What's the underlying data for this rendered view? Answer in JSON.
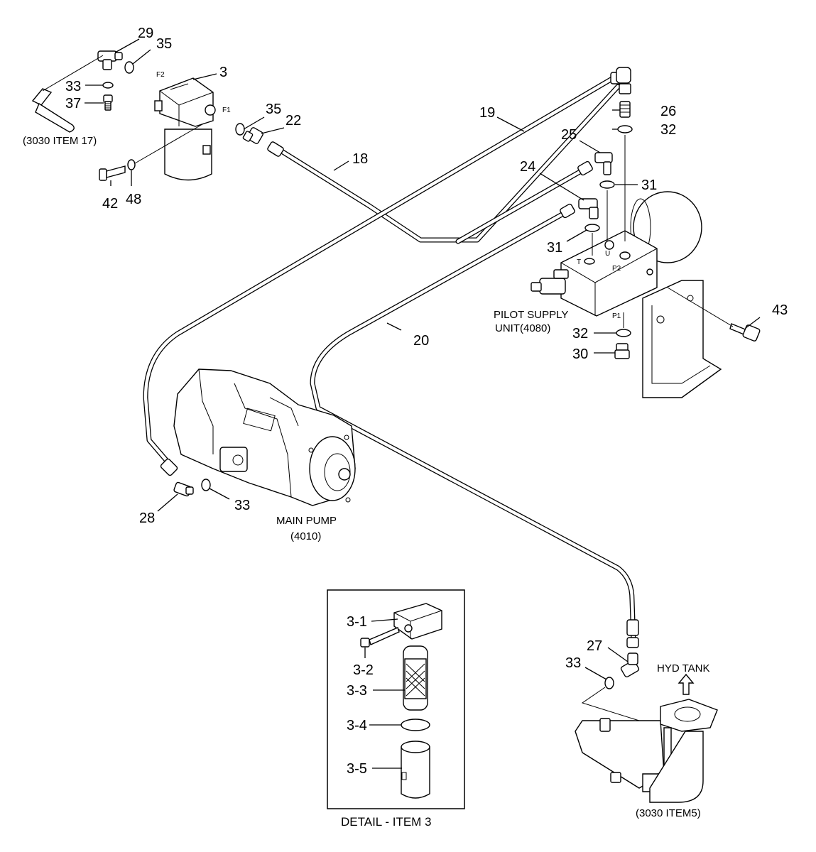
{
  "labels": {
    "n3": "3",
    "n18": "18",
    "n19": "19",
    "n20": "20",
    "n22": "22",
    "n24": "24",
    "n25": "25",
    "n26": "26",
    "n27": "27",
    "n28": "28",
    "n29": "29",
    "n30": "30",
    "n31a": "31",
    "n31b": "31",
    "n32a": "32",
    "n32b": "32",
    "n33a": "33",
    "n33b": "33",
    "n33c": "33",
    "n35a": "35",
    "n35b": "35",
    "n37": "37",
    "n42": "42",
    "n43": "43",
    "n48": "48",
    "d31": "3-1",
    "d32": "3-2",
    "d33": "3-3",
    "d34": "3-4",
    "d35": "3-5"
  },
  "captions": {
    "ref_item17": "(3030 ITEM 17)",
    "pilot_1": "PILOT SUPPLY",
    "pilot_2": "UNIT(4080)",
    "pump_1": "MAIN PUMP",
    "pump_2": "(4010)",
    "tank": "HYD TANK",
    "ref_item5": "(3030 ITEM5)",
    "detail": "DETAIL - ITEM 3"
  },
  "ports": {
    "f1": "F1",
    "f2": "F2",
    "t": "T",
    "u": "U",
    "p1": "P1",
    "p2": "P2"
  }
}
